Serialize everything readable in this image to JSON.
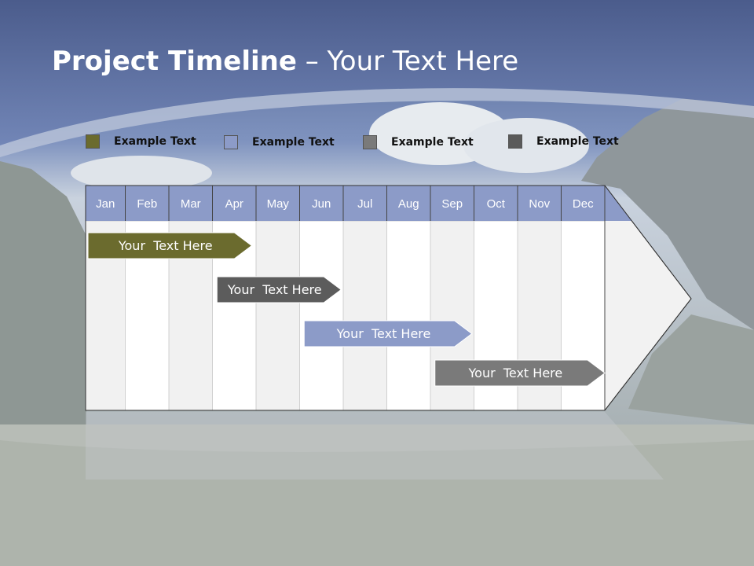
{
  "title": {
    "bold": "Project Timeline",
    "rest": " – Your Text Here"
  },
  "legend": [
    {
      "label": "Example Text",
      "color": "#6b6b2e"
    },
    {
      "label": "Example Text",
      "color": "#8c9bc8"
    },
    {
      "label": "Example Text",
      "color": "#7a7a7a"
    },
    {
      "label": "Example Text",
      "color": "#5a5a5a"
    }
  ],
  "months": [
    "Jan",
    "Feb",
    "Mar",
    "Apr",
    "May",
    "Jun",
    "Jul",
    "Aug",
    "Sep",
    "Oct",
    "Nov",
    "Dec"
  ],
  "tasks": [
    {
      "label": "Your  Text Here",
      "color": "#6b6b2e",
      "start": 0,
      "end": 3.9
    },
    {
      "label": "Your  Text Here",
      "color": "#5c5c5c",
      "start": 3.05,
      "end": 5.95
    },
    {
      "label": "Your  Text Here",
      "color": "#8c9bc8",
      "start": 5.05,
      "end": 8.95
    },
    {
      "label": "Your  Text Here",
      "color": "#7a7a7a",
      "start": 8.05,
      "end": 12
    }
  ]
}
